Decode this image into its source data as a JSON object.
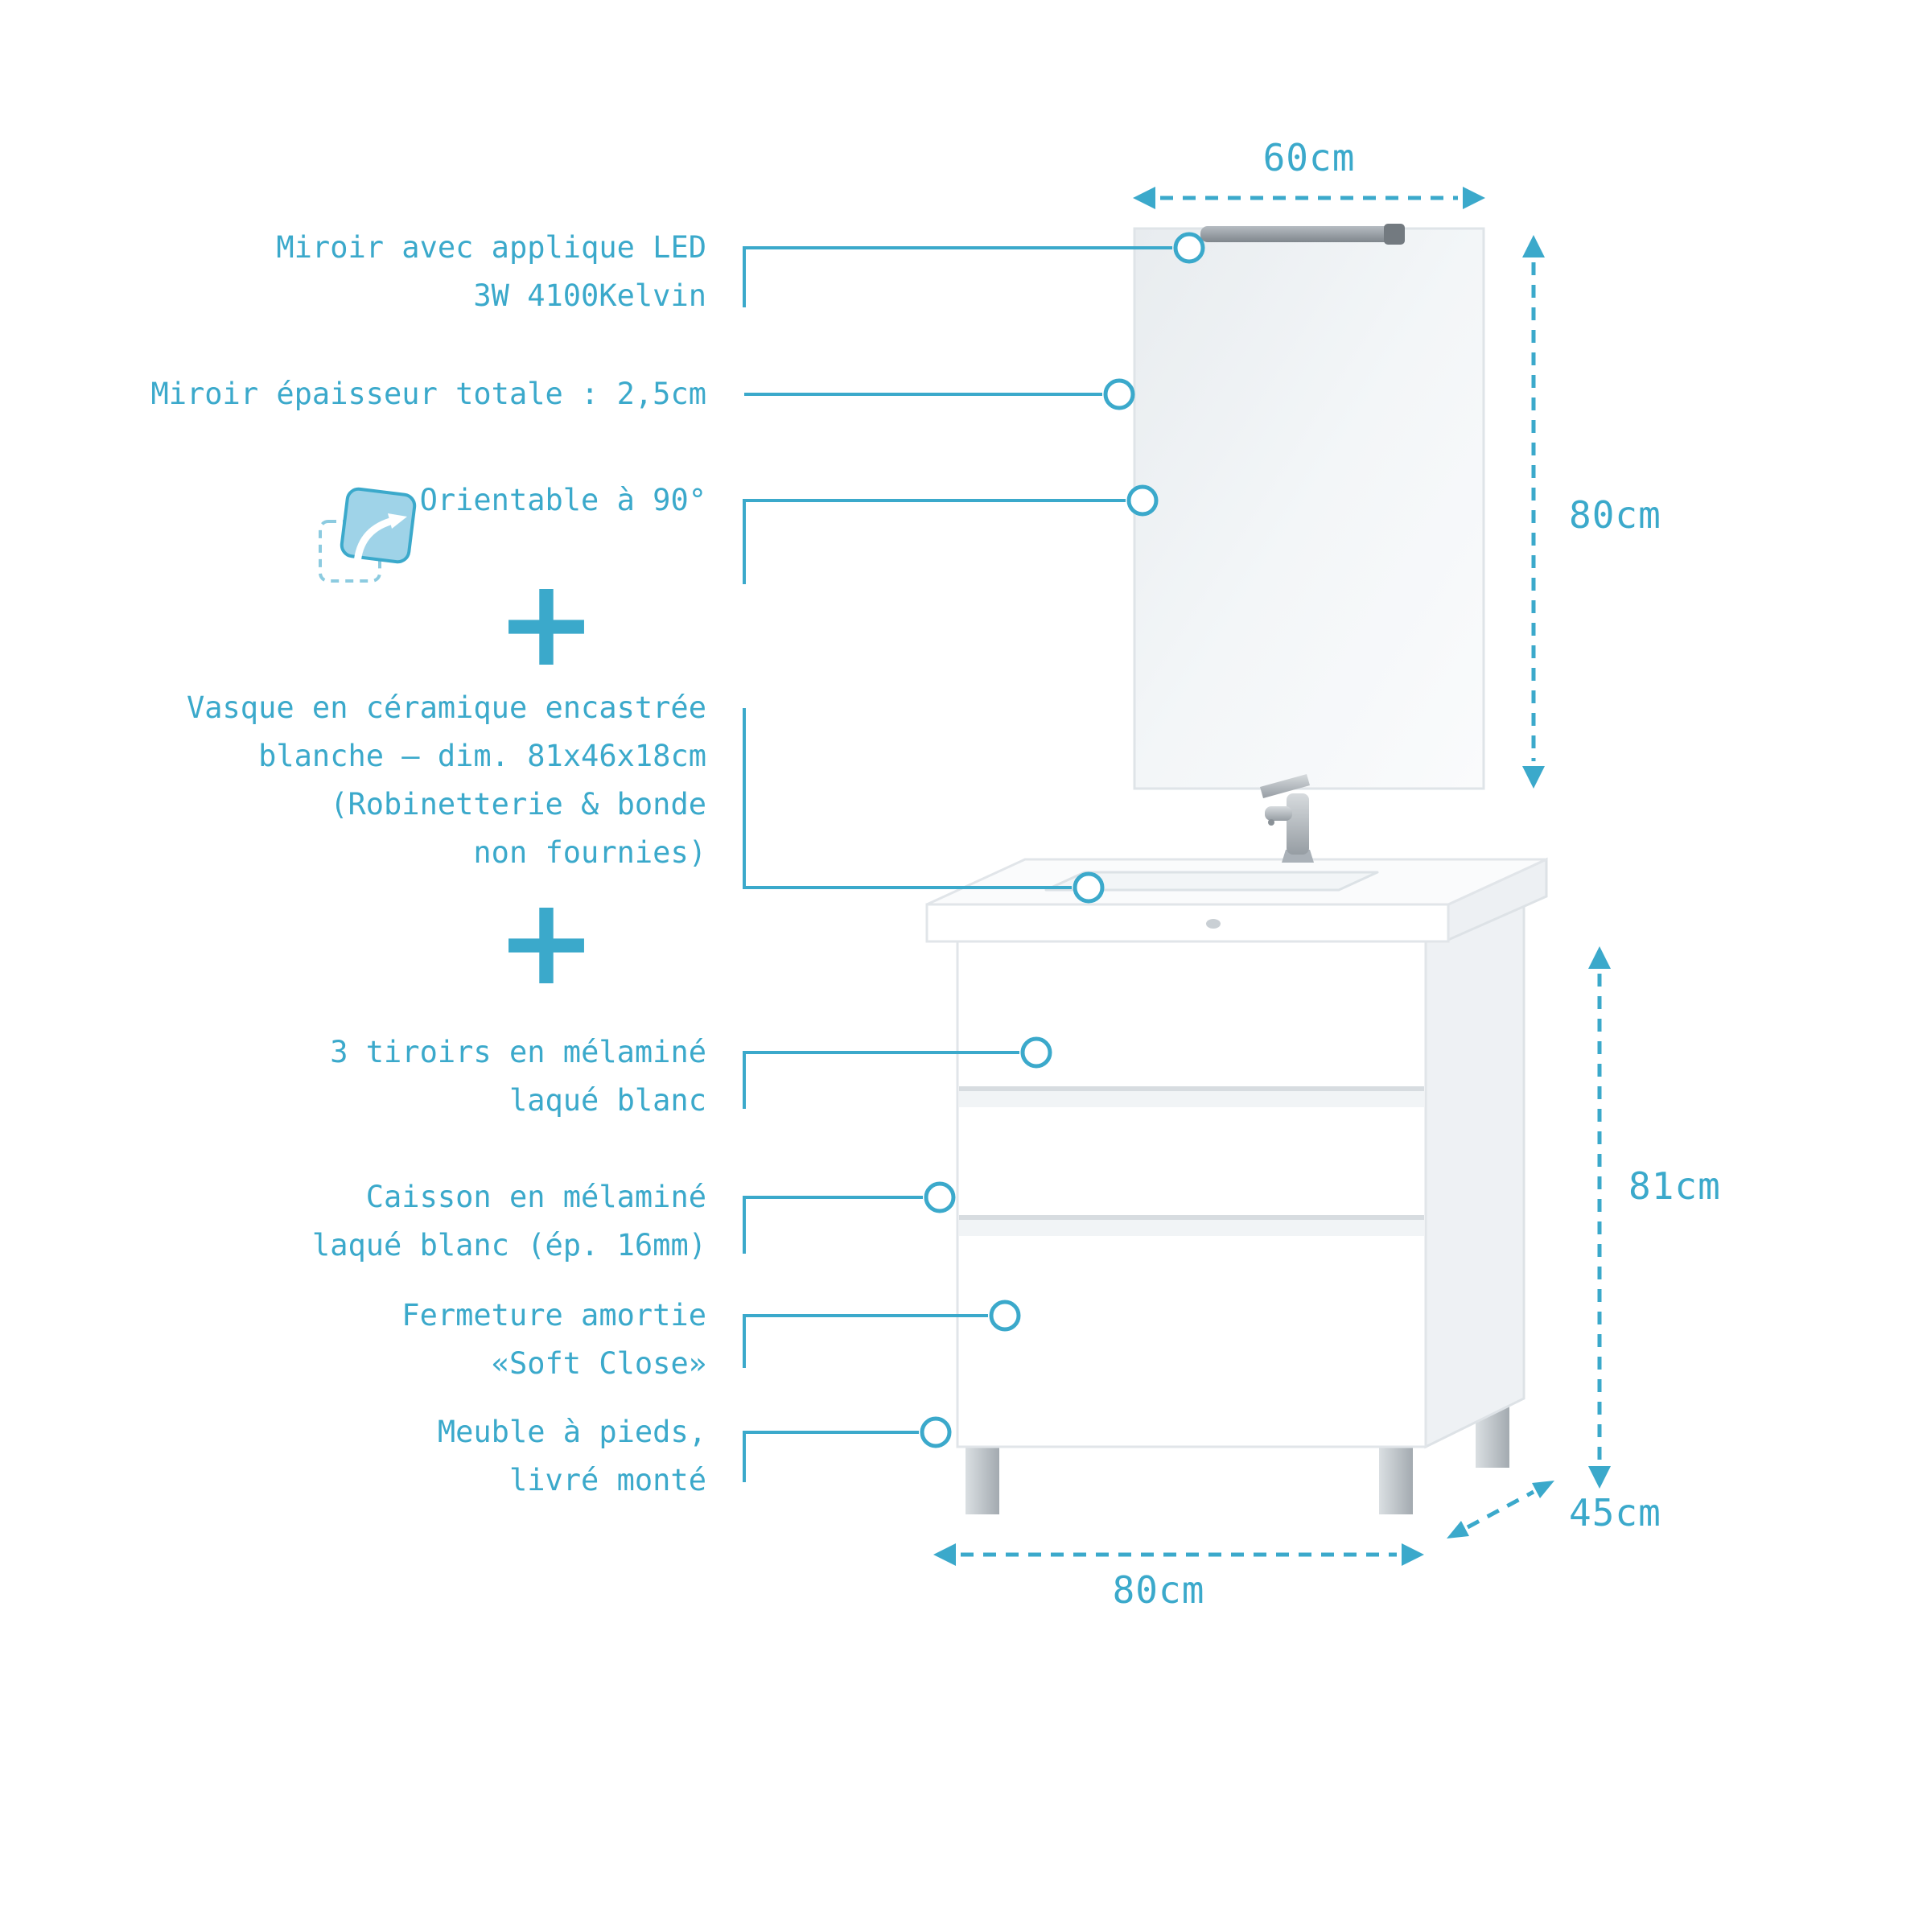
{
  "colors": {
    "accent": "#3BA9CB",
    "accent_light": "#8CCBE0",
    "product_stroke": "#E1E5E9",
    "product_fill": "#FFFFFF",
    "metal_gray": "#9AA1A7"
  },
  "plus_sign": "+",
  "features": [
    {
      "name": "mirror-led",
      "lines": [
        "Miroir avec applique LED",
        "3W 4100Kelvin"
      ]
    },
    {
      "name": "mirror-thickness",
      "lines": [
        "Miroir épaisseur totale : 2,5cm"
      ]
    },
    {
      "name": "orientable",
      "lines": [
        "Orientable à 90°"
      ]
    },
    {
      "name": "basin",
      "lines": [
        "Vasque en céramique encastrée",
        "blanche – dim. 81x46x18cm",
        "(Robinetterie & bonde",
        "non fournies)"
      ]
    },
    {
      "name": "drawers",
      "lines": [
        "3 tiroirs en mélaminé",
        "laqué blanc"
      ]
    },
    {
      "name": "caisson",
      "lines": [
        "Caisson en mélaminé",
        "laqué blanc (ép. 16mm)"
      ]
    },
    {
      "name": "soft-close",
      "lines": [
        "Fermeture amortie",
        "«Soft Close»"
      ]
    },
    {
      "name": "feet",
      "lines": [
        "Meuble à pieds,",
        "livré monté"
      ]
    }
  ],
  "dimensions": {
    "mirror_width": "60cm",
    "mirror_height": "80cm",
    "cabinet_height": "81cm",
    "cabinet_width": "80cm",
    "cabinet_depth": "45cm"
  },
  "icons": {
    "rotate": "rotate-90-icon"
  }
}
